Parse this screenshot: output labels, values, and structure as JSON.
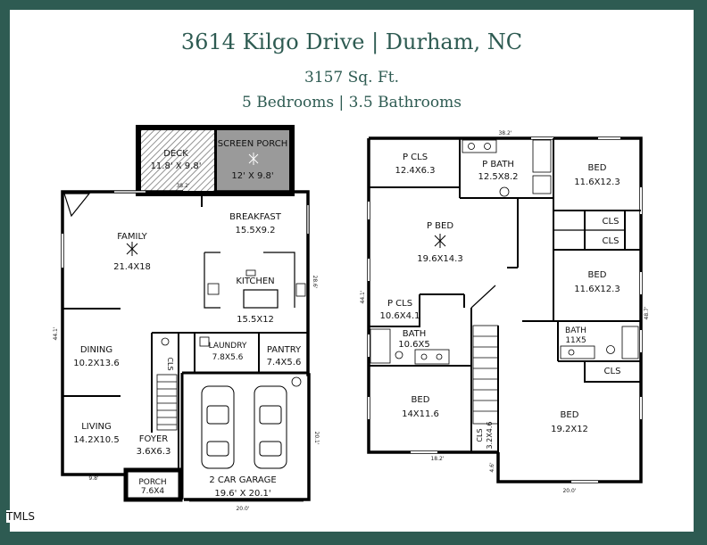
{
  "header": {
    "title": "3614 Kilgo Drive | Durham, NC",
    "sqft": "3157 Sq. Ft.",
    "beds_baths": "5 Bedrooms | 3.5 Bathrooms"
  },
  "first_floor": {
    "deck": {
      "name": "DECK",
      "size": "11.8' X 9.8'"
    },
    "screen_porch": {
      "name": "SCREEN PORCH",
      "size": "12' X 9.8'"
    },
    "family": {
      "name": "FAMILY",
      "size": "21.4X18"
    },
    "breakfast": {
      "name": "BREAKFAST",
      "size": "15.5X9.2"
    },
    "kitchen": {
      "name": "KITCHEN",
      "size": "15.5X12"
    },
    "dining": {
      "name": "DINING",
      "size": "10.2X13.6"
    },
    "laundry": {
      "name": "LAUNDRY",
      "size": "7.8X5.6"
    },
    "pantry": {
      "name": "PANTRY",
      "size": "7.4X5.6"
    },
    "cls": "CLS",
    "living": {
      "name": "LIVING",
      "size": "14.2X10.5"
    },
    "foyer": {
      "name": "FOYER",
      "size": "3.6X6.3"
    },
    "porch": {
      "name": "PORCH",
      "size": "7.6X4"
    },
    "garage": {
      "name": "2 CAR GARAGE",
      "size": "19.6' X 20.1'"
    },
    "dims": {
      "deck": "38.2'",
      "left": "44.1'",
      "right": "28.6'",
      "garage": "20.1'",
      "bottom_left": "9.8'",
      "bottom": "20.0'"
    }
  },
  "second_floor": {
    "p_cls_top": {
      "name": "P CLS",
      "size": "12.4X6.3"
    },
    "p_bath": {
      "name": "P BATH",
      "size": "12.5X8.2"
    },
    "bed_tr": {
      "name": "BED",
      "size": "11.6X12.3"
    },
    "cls1": "CLS",
    "cls2": "CLS",
    "p_bed": {
      "name": "P BED",
      "size": "19.6X14.3"
    },
    "bed_r": {
      "name": "BED",
      "size": "11.6X12.3"
    },
    "p_cls_small": {
      "name": "P CLS",
      "size": "10.6X4.1"
    },
    "bath": {
      "name": "BATH",
      "size": "10.6X5"
    },
    "bath2": {
      "name": "BATH",
      "size": "11X5"
    },
    "cls3": "CLS",
    "bed_bl": {
      "name": "BED",
      "size": "14X11.6"
    },
    "bed_br": {
      "name": "BED",
      "size": "19.2X12"
    },
    "cls_v": {
      "name": "CLS",
      "size": "3.2X4.6"
    },
    "dims": {
      "top": "38.2'",
      "left": "44.1'",
      "right": "48.7'",
      "bottom_left": "18.2'",
      "bottom": "20.0'",
      "small": "4.6'"
    }
  },
  "footer": {
    "mls": "TMLS"
  }
}
